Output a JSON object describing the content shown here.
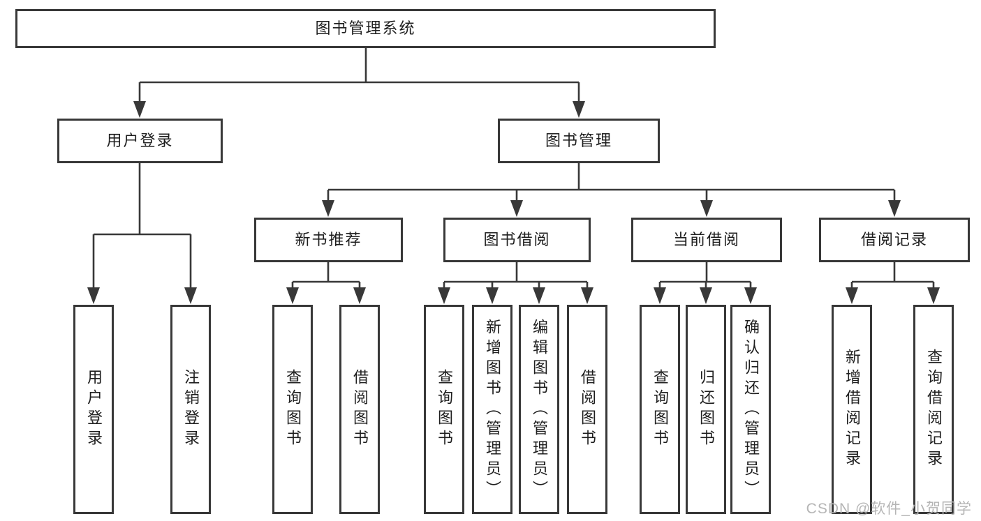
{
  "nodes": {
    "root": "图书管理系统",
    "user_login_group": "用户登录",
    "book_management": "图书管理",
    "new_book_recommend": "新书推荐",
    "book_borrowing": "图书借阅",
    "current_borrowing": "当前借阅",
    "borrowing_records": "借阅记录",
    "user_login": "用户登录",
    "logout": "注销登录",
    "nb_query_books": "查询图书",
    "nb_borrow_books": "借阅图书",
    "bb_query_books": "查询图书",
    "bb_add_books_admin": "新增图书（管理员）",
    "bb_edit_books_admin": "编辑图书（管理员）",
    "bb_borrow_books": "借阅图书",
    "cb_query_books": "查询图书",
    "cb_return_books": "归还图书",
    "cb_confirm_return_admin": "确认归还（管理员）",
    "br_add_record": "新增借阅记录",
    "br_query_record": "查询借阅记录"
  },
  "watermark": "CSDN @软件_小贺同学",
  "colors": {
    "line": "#383838",
    "text": "#1e1e1e",
    "watermark": "#b5b5b5",
    "background": "#ffffff"
  }
}
